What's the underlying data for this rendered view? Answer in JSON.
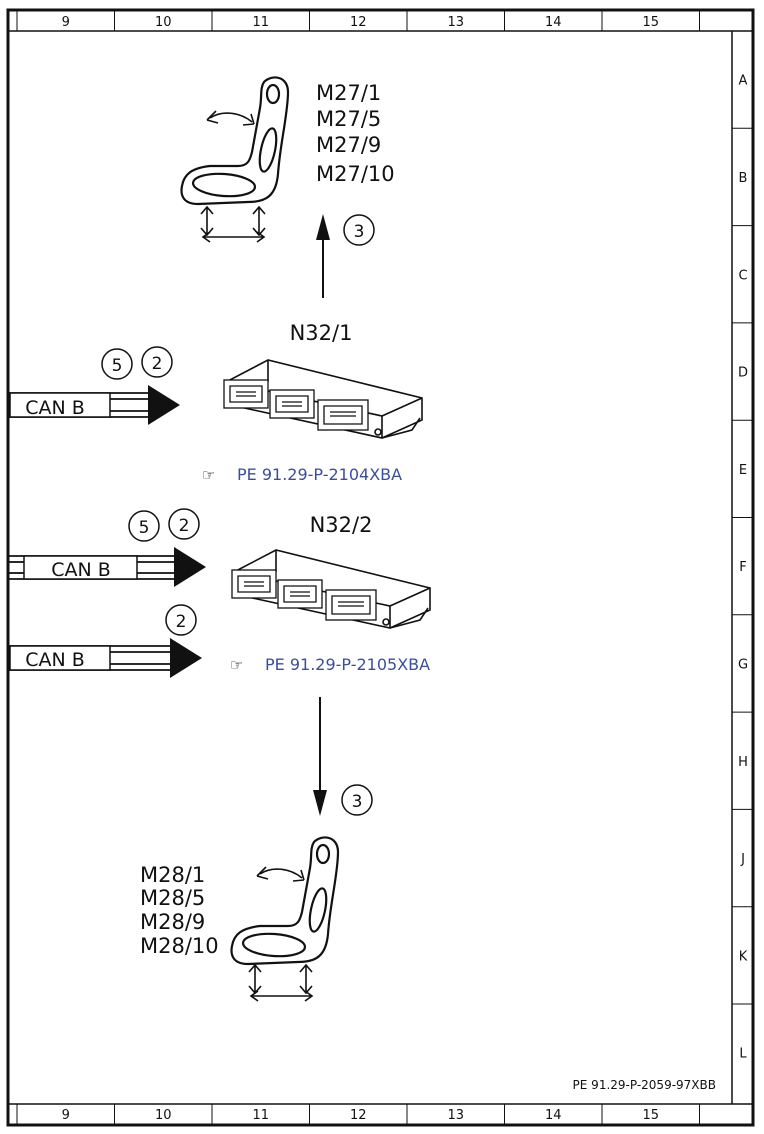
{
  "frame": {
    "columns": [
      "9",
      "10",
      "11",
      "12",
      "13",
      "14",
      "15"
    ],
    "rows": [
      "A",
      "B",
      "C",
      "D",
      "E",
      "F",
      "G",
      "H",
      "J",
      "K",
      "L"
    ]
  },
  "seat_top": {
    "labels": [
      "M27/1",
      "M27/5",
      "M27/9",
      "M27/10"
    ]
  },
  "arrow_up_badge": "3",
  "module1": {
    "title": "N32/1",
    "badges": [
      "5",
      "2"
    ],
    "can_label": "CAN B",
    "reference": "PE 91.29-P-2104XBA"
  },
  "module2": {
    "title": "N32/2",
    "badges": [
      "5",
      "2"
    ],
    "can_label": "CAN B",
    "can2_badge": "2",
    "can2_label": "CAN B",
    "reference": "PE 91.29-P-2105XBA"
  },
  "arrow_down_badge": "3",
  "seat_bottom": {
    "labels": [
      "M28/1",
      "M28/5",
      "M28/9",
      "M28/10"
    ]
  },
  "doc_id": "PE 91.29-P-2059-97XBB"
}
